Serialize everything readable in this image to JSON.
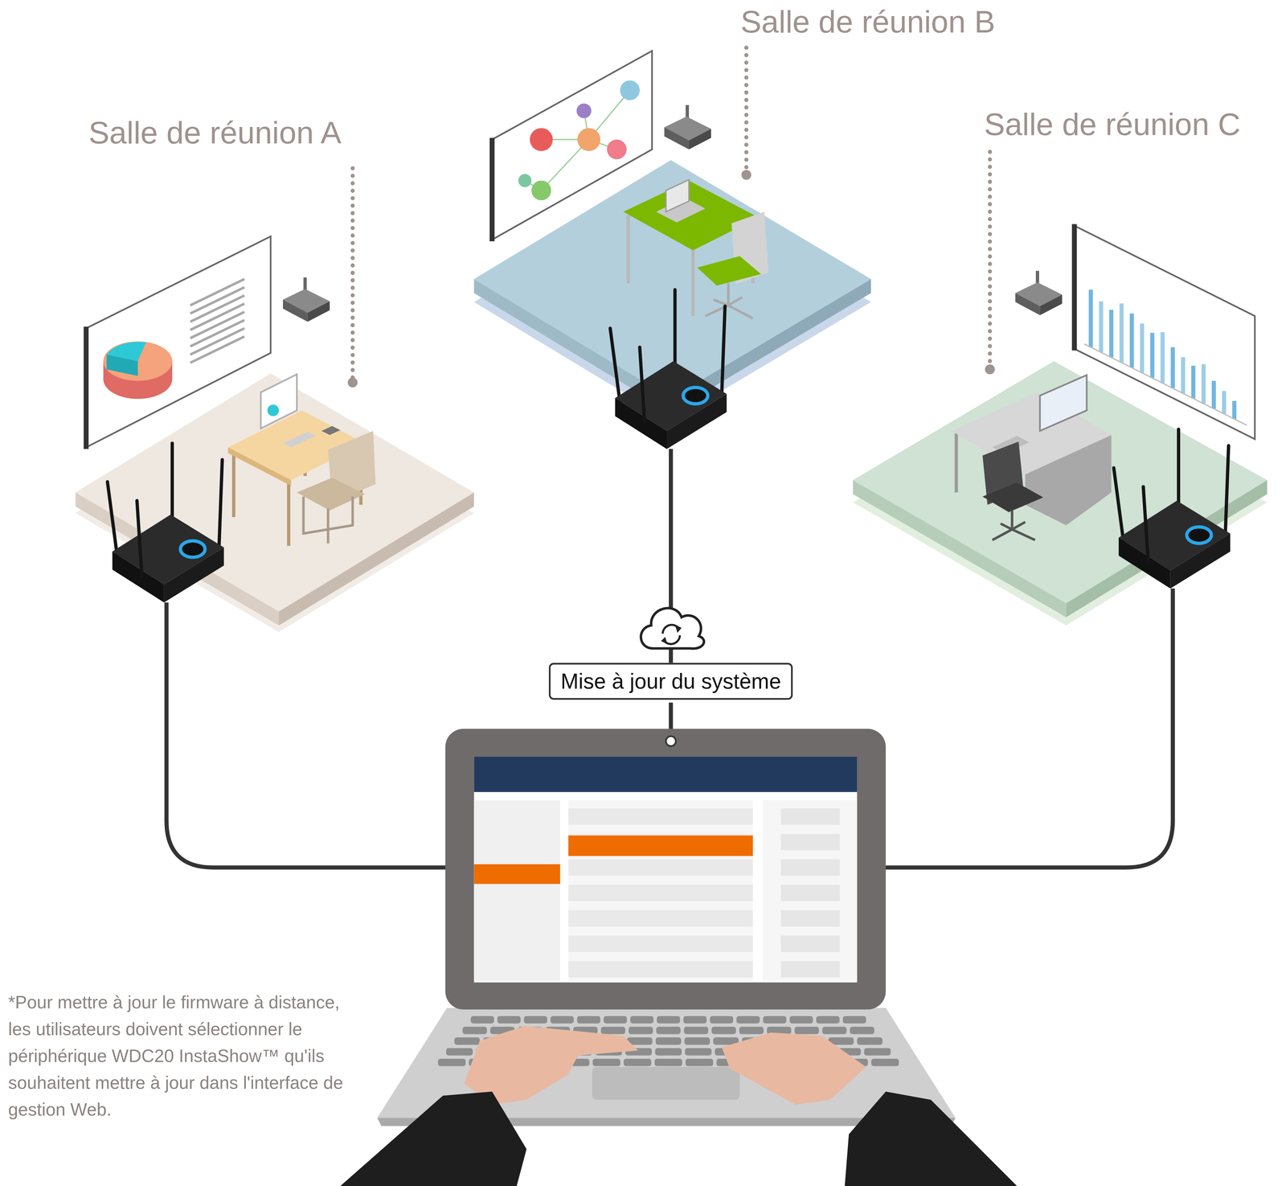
{
  "diagram": {
    "nodes": [
      {
        "text": [
          "Salle de réunion A"
        ]
      },
      {
        "text": [
          "Salle de réunion B"
        ]
      },
      {
        "text": [
          "Salle de réunion C"
        ]
      },
      {
        "text": [
          "Mise à jour du système"
        ]
      }
    ],
    "edges": [
      {
        "from": 3,
        "to": 1,
        "arrow": "none"
      }
    ],
    "labels": [
      "*Pour mettre à jour le firmware à distance, les utilisateurs doivent sélectionner le périphérique WDC20 InstaShow™ qu'ils souhaitent mettre à jour dans l'interface de gestion Web."
    ]
  }
}
